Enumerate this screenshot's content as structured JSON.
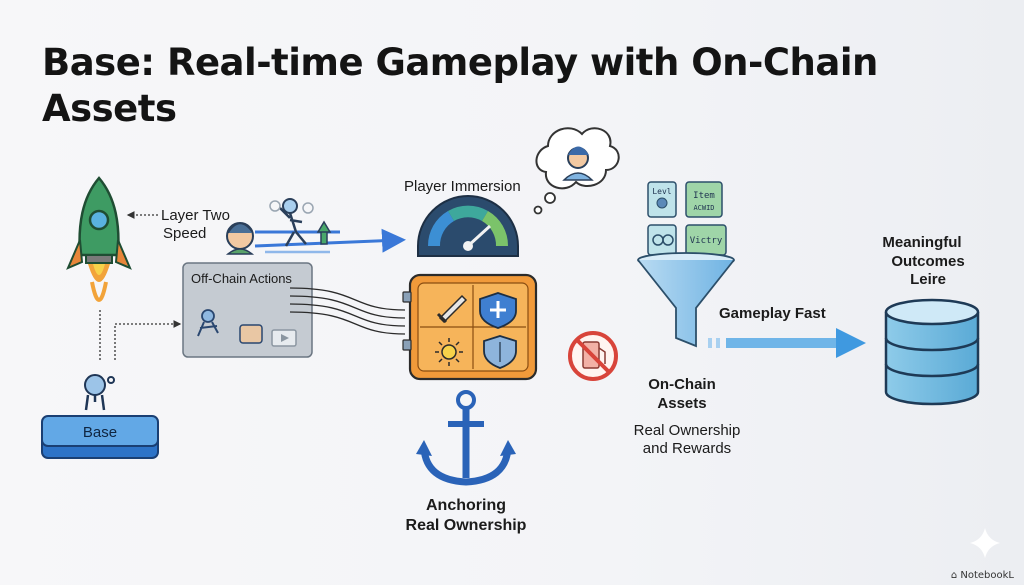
{
  "title_line1": "Base: Real-time Gameplay with On-Chain",
  "title_line2": "Assets",
  "labels": {
    "layer_two_speed_1": "Layer Two",
    "layer_two_speed_2": "Speed",
    "off_chain_actions": "Off-Chain Actions",
    "base": "Base",
    "player_immersion": "Player Immersion",
    "anchoring_1": "Anchoring",
    "anchoring_2": "Real Ownership",
    "gameplay_fast": "Gameplay Fast",
    "on_chain_assets_1": "On-Chain",
    "on_chain_assets_2": "Assets",
    "real_ownership_1": "Real Ownership",
    "real_ownership_2": "and Rewards",
    "meaningful_1": "Meaningful",
    "meaningful_2": "Outcomes",
    "meaningful_3": "Leire"
  },
  "tiles": {
    "tile_1": "Levl",
    "tile_2": "Item",
    "tile_2b": "ACWID",
    "tile_4": "Victry"
  },
  "watermark": "NotebookL"
}
